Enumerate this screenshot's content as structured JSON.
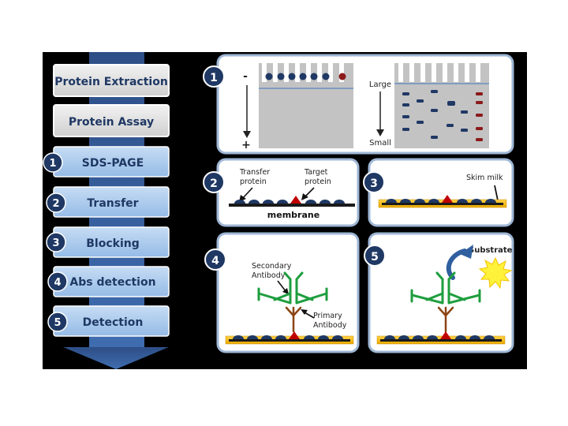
{
  "steps": {
    "extraction": "Protein Extraction",
    "assay": "Protein Assay",
    "items": [
      {
        "num": "1",
        "label": "SDS-PAGE"
      },
      {
        "num": "2",
        "label": "Transfer"
      },
      {
        "num": "3",
        "label": "Blocking"
      },
      {
        "num": "4",
        "label": "Abs detection"
      },
      {
        "num": "5",
        "label": "Detection"
      }
    ]
  },
  "panel1": {
    "badge": "1",
    "minus": "-",
    "plus": "+",
    "large": "Large",
    "small": "Small"
  },
  "panel2": {
    "badge": "2",
    "transfer_protein": [
      "Transfer",
      "protein"
    ],
    "target_protein": [
      "Target",
      "protein"
    ],
    "membrane": "membrane"
  },
  "panel3": {
    "badge": "3",
    "skim_milk": "Skim milk"
  },
  "panel4": {
    "badge": "4",
    "secondary": [
      "Secondary",
      "Antibody"
    ],
    "primary": [
      "Primary",
      "Antibody"
    ]
  },
  "panel5": {
    "badge": "5",
    "substrate": "Substrate"
  },
  "colors": {
    "background": "#000000",
    "step_box": "#a8c8ec",
    "gray_box": "#dcdcdc",
    "badge": "#1f3864",
    "membrane": "#f5b800",
    "protein": "#1f3864",
    "target": "#c00000",
    "secondary_ab": "#1e9e3e",
    "primary_ab": "#8b4513"
  }
}
